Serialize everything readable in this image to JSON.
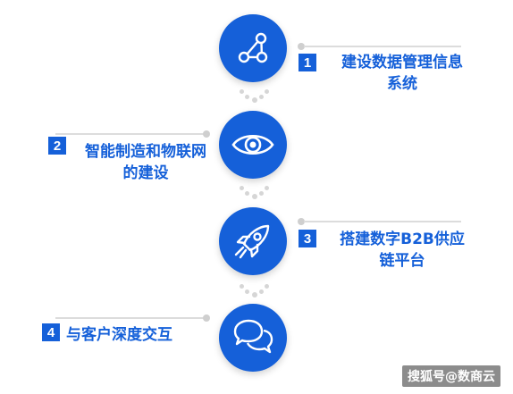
{
  "colors": {
    "accent": "#1560d9",
    "connector": "#d6d6d6",
    "line": "#dcdcdc"
  },
  "steps": [
    {
      "number": "1",
      "icon": "network-nodes-icon",
      "line1": "建设数据管理信息",
      "line2": "系统"
    },
    {
      "number": "2",
      "icon": "eye-icon",
      "line1": "智能制造和物联网",
      "line2": "的建设"
    },
    {
      "number": "3",
      "icon": "rocket-icon",
      "line1": "搭建数字B2B供应",
      "line2": "链平台"
    },
    {
      "number": "4",
      "icon": "chat-bubbles-icon",
      "line1": "与客户深度交互",
      "line2": ""
    }
  ],
  "watermark": "搜狐号@数商云"
}
